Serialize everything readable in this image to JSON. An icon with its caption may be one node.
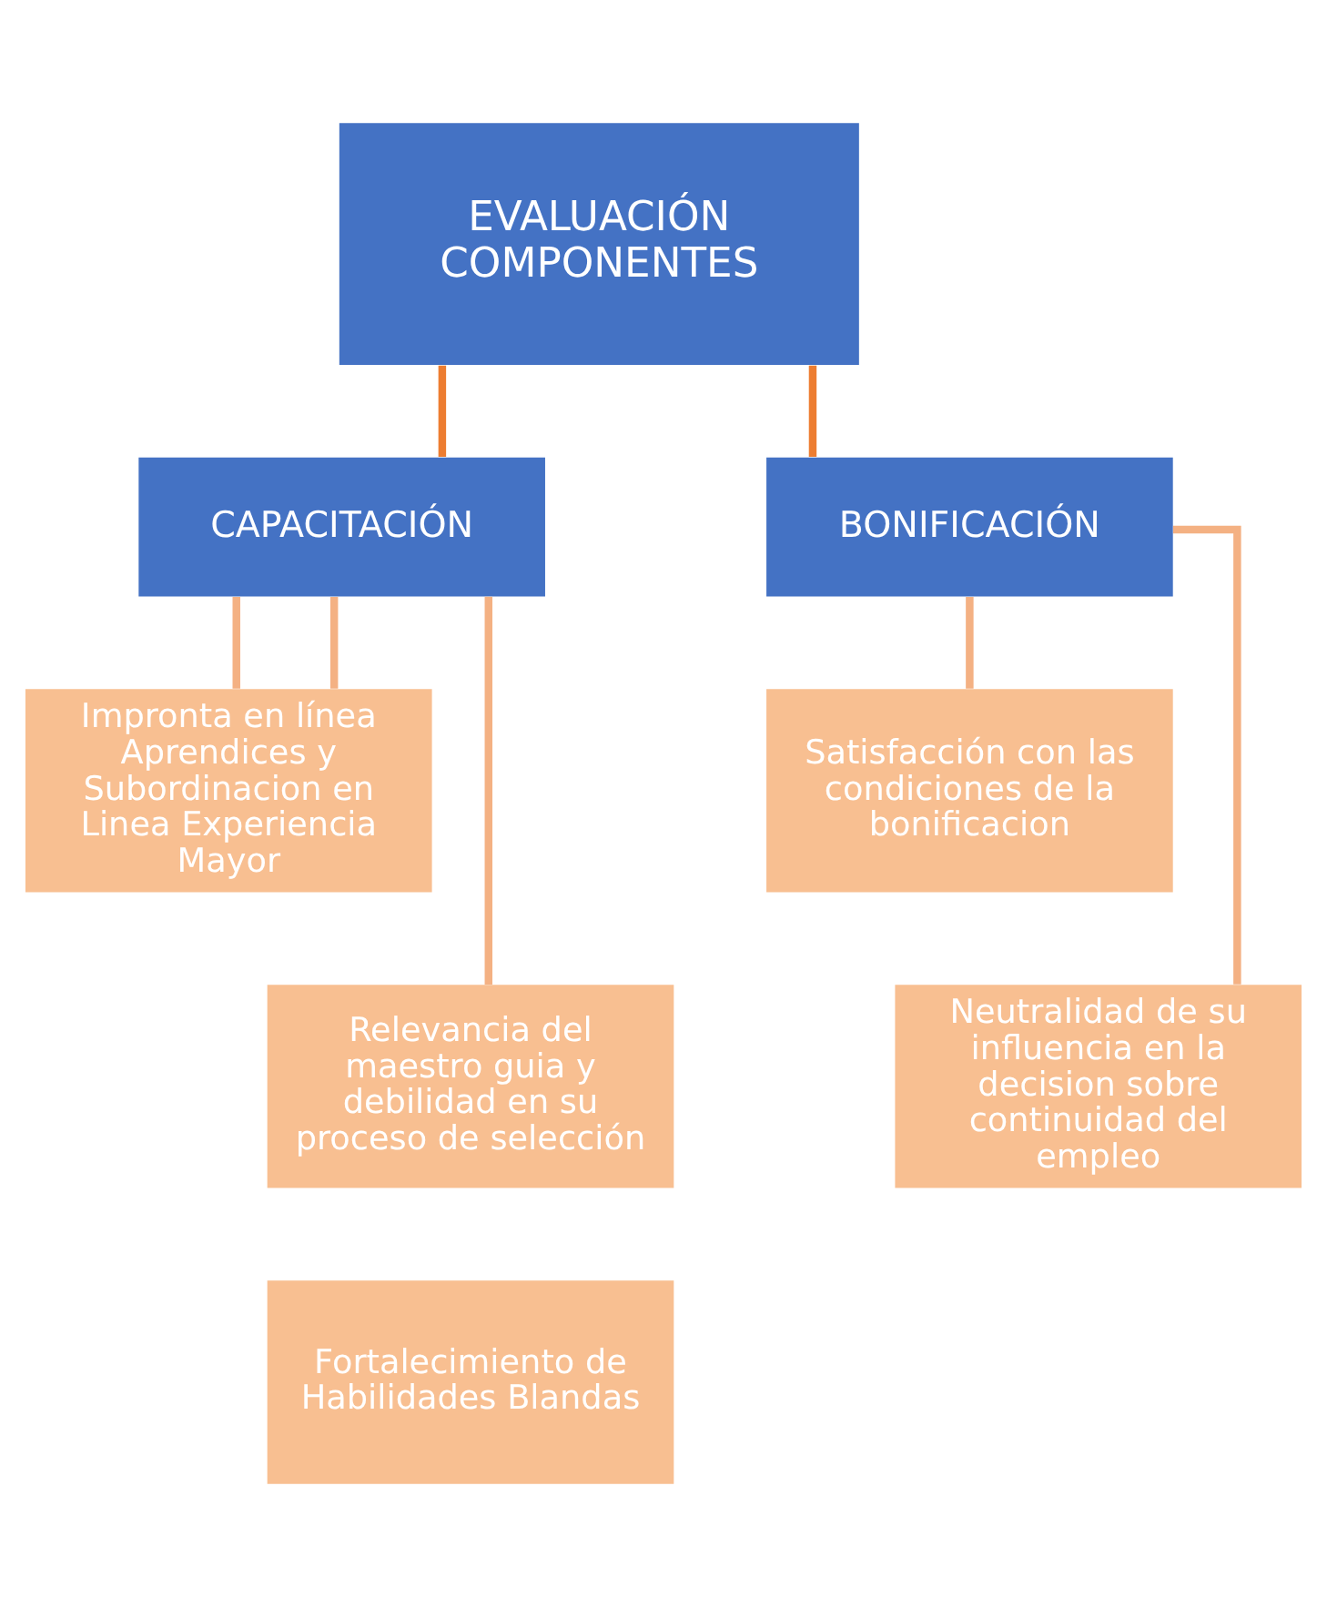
{
  "diagram": {
    "nodes": [
      {
        "text": [
          "EVALUACIÓN COMPONENTES"
        ]
      },
      {
        "text": [
          "CAPACITACIÓN"
        ]
      },
      {
        "text": [
          "Impronta en línea Aprendices y Subordinacion en Linea Experiencia Mayor"
        ]
      },
      {
        "text": [
          "Relevancia del maestro guia y debilidad en su proceso de selección"
        ]
      },
      {
        "text": [
          "Fortalecimiento de Habilidades Blandas"
        ]
      },
      {
        "text": [
          "BONIFICACIÓN"
        ]
      },
      {
        "text": [
          "Satisfacción con las condiciones de la bonificacion"
        ]
      },
      {
        "text": [
          "Neutralidad de su influencia en la decision sobre continuidad del empleo"
        ]
      }
    ],
    "edges": [
      {
        "from": 0,
        "to": 1,
        "arrow": "none",
        "color": "#ed7d31"
      },
      {
        "from": 0,
        "to": 5,
        "arrow": "none",
        "color": "#ed7d31"
      },
      {
        "from": 1,
        "to": 2,
        "arrow": "none"
      },
      {
        "from": 1,
        "to": 2,
        "arrow": "none"
      },
      {
        "from": 1,
        "to": 3,
        "arrow": "none"
      },
      {
        "from": 5,
        "to": 6,
        "arrow": "none"
      },
      {
        "from": 5,
        "to": 7,
        "arrow": "none"
      }
    ]
  }
}
